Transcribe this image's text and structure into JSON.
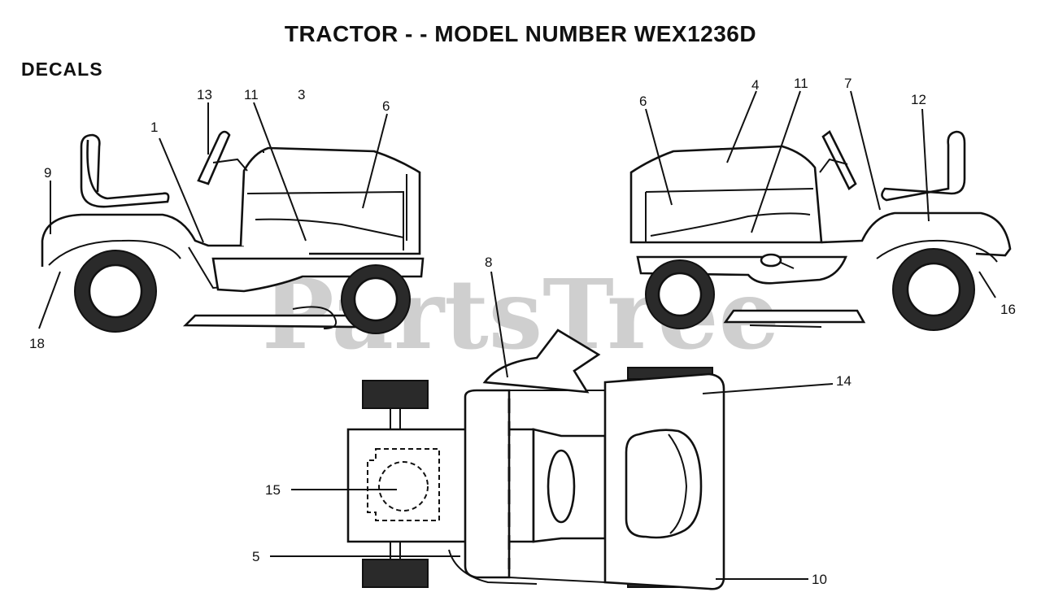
{
  "title": "TRACTOR - - MODEL NUMBER WEX1236D",
  "section_label": "DECALS",
  "watermark": "PartsTree",
  "callouts": {
    "c1": "1",
    "c3": "3",
    "c4": "4",
    "c5": "5",
    "c6a": "6",
    "c6b": "6",
    "c7": "7",
    "c8": "8",
    "c9": "9",
    "c10": "10",
    "c11a": "11",
    "c11b": "11",
    "c12": "12",
    "c13": "13",
    "c14": "14",
    "c15": "15",
    "c16": "16",
    "c18": "18"
  }
}
